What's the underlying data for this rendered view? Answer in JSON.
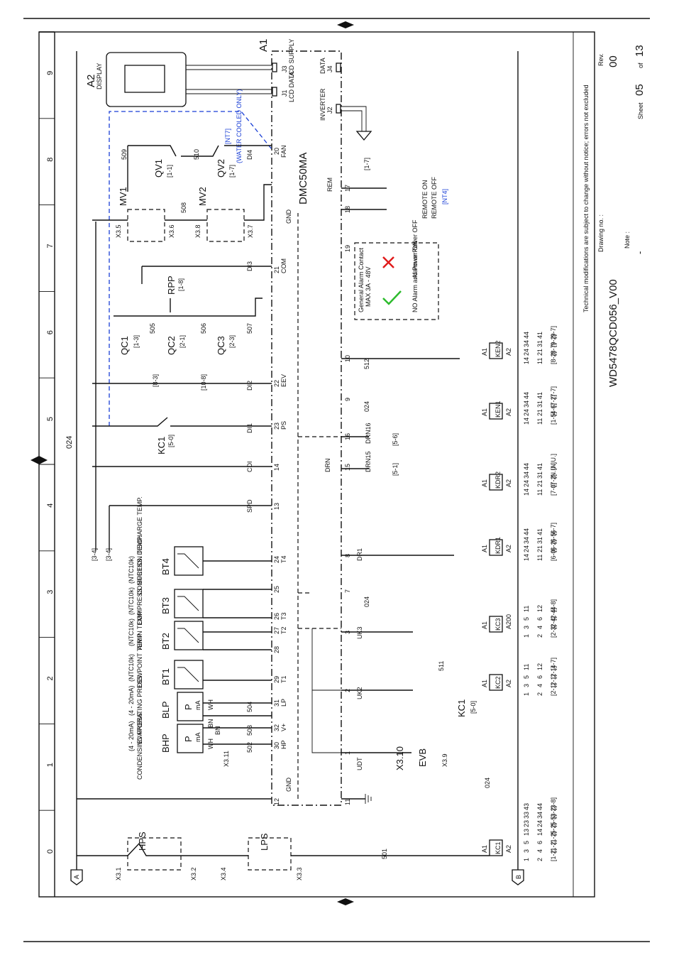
{
  "border": {
    "zone_numbers": [
      "0",
      "1",
      "2",
      "3",
      "4",
      "5",
      "6",
      "7",
      "8",
      "9"
    ],
    "center_marker": "024"
  },
  "title_block": {
    "rev_label": "Rev.",
    "rev_value": "00",
    "drawing_no_label": "Drawing no. :",
    "drawing_no": "WD5478QCD056_V00",
    "note_label": "Note :",
    "note_value": "-",
    "sheet_label": "Sheet",
    "sheet_value": "05",
    "sheet_of": "of",
    "sheet_total": "13",
    "disclaimer": "Technical modifications are subject to change without notice; errors not excluded"
  },
  "controller": {
    "name": "A1",
    "model": "DMC50MA",
    "display_name": "A2",
    "display_label": "DISPLAY",
    "connectors": {
      "j3": "J3",
      "j3_label": "LCD SUPPLY",
      "j1": "J1",
      "j1_label": "LCD DATA",
      "j4": "J4",
      "j4_label": "DATA",
      "j2": "J2",
      "j2_label": "INVERTER",
      "inverter_ref": "[1-7]",
      "fan": "FAN",
      "rem": "REM",
      "gnd": "GND",
      "com": "COM",
      "eev": "EEV",
      "ps": "PS",
      "drn": "DRN",
      "hp": "HP",
      "lp": "LP",
      "vplus": "V+",
      "t1": "T1",
      "t2": "T2",
      "t3": "T3",
      "t4": "T4"
    },
    "water_note": "(WATER COOLED ONLY)",
    "water_ref": "[NT7]",
    "remote_on": "REMOTE ON",
    "remote_off": "REMOTE OFF",
    "remote_ref": "[NT4]",
    "alarm_title": "General Alarm Contact",
    "alarm_rating": "MAX 3A - 48V",
    "alarm_left": "NO Alarm and Power ON",
    "alarm_right": "Alarm or Power OFF"
  },
  "terminals": {
    "t12": "12",
    "t11": "11",
    "t30": "30",
    "t32": "32",
    "t31": "31",
    "t29": "29",
    "t28": "28",
    "t27": "27",
    "t26": "26",
    "t25": "25",
    "t24": "24",
    "t13": "13",
    "t14": "14",
    "t23": "23",
    "t22": "22",
    "t21": "21",
    "t20": "20",
    "t19": "19",
    "t18": "18",
    "t17": "17",
    "t15": "15",
    "t16": "16",
    "t1": "1",
    "t2": "2",
    "t3": "3",
    "t7": "7",
    "t8": "8",
    "t9": "9",
    "t10": "10"
  },
  "signals": {
    "udt": "UDT",
    "uk2": "UK2",
    "uk3": "UK3",
    "d024a": "024",
    "d024b": "024",
    "dr1": "DR1",
    "drn15": "DRN15",
    "drn16": "DRN16",
    "drn15_ref": "[5-1]",
    "drn16_ref": "[5-6]",
    "spd": "SPD",
    "cdi": "CDI",
    "di1": "DI1",
    "di2": "DI2",
    "di3": "DI3",
    "di4": "DI4",
    "w512": "512",
    "w510": "510",
    "w509": "509",
    "w511": "511",
    "w501": "501",
    "w502": "502",
    "w503": "503",
    "w504": "504",
    "w505": "505",
    "w506": "506",
    "w507": "507",
    "w508": "508",
    "w024": "024"
  },
  "sensors": {
    "bhp": "BHP",
    "bhp_desc": "CONDENSING PRESS.",
    "bhp_range": "(4 - 20mA)",
    "blp": "BLP",
    "blp_desc": "EVAPORATING PRESS.",
    "blp_range": "(4 - 20mA)",
    "bt1": "BT1",
    "bt1_desc": "DEWPOINT TEMP",
    "bt1_type": "(NTC10k)",
    "bt2": "BT2",
    "bt2_desc": "AIR IN TEMP",
    "bt2_type": "(NTC10k)",
    "bt3": "BT3",
    "bt3_desc": "COMPRESS. SUCTION TEMP.",
    "bt3_type": "(NTC10k)",
    "bt4": "BT4",
    "bt4_desc": "COMPRESS. DISCHARGE TEMP.",
    "bt4_type": "(NTC10k)",
    "wh": "WH",
    "bn": "BN",
    "pma": "P",
    "ma": "mA"
  },
  "switches": {
    "hps": "HPS",
    "lps": "LPS",
    "x31": "X3.1",
    "x32": "X3.2",
    "x34": "X3.4",
    "x33": "X3.3",
    "x310": "X3.10",
    "x39": "X3.9",
    "x311": "X3.11",
    "x35": "X3.5",
    "x36": "X3.6",
    "x38": "X3.8",
    "x37": "X3.7",
    "evb": "EVB",
    "mv1": "MV1",
    "mv2": "MV2",
    "qv1": "QV1",
    "qv1_ref": "[1-1]",
    "qv2": "QV2",
    "qv2_ref": "[1-7]",
    "rpp": "RPP",
    "rpp_ref": "[1-8]",
    "qc1": "QC1",
    "qc1_ref": "[1-3]",
    "qc2": "QC2",
    "qc2_ref": "[2-1]",
    "qc3": "QC3",
    "qc3_ref": "[2-3]",
    "kc1": "KC1",
    "kc1_ref": "[5-0]",
    "ref83": "[8-3]",
    "ref108": "[10-8]",
    "ref34a": "[3-4]",
    "ref34b": "[3-4]",
    "arrow_a": "A",
    "arrow_b": "B"
  },
  "relays": [
    {
      "name": "KC1",
      "a1": "A1",
      "a2": "A2",
      "contacts": [
        [
          "1",
          "2",
          "[1-2]"
        ],
        [
          "3",
          "4",
          "[1-2]"
        ],
        [
          "5",
          "6",
          "[1-2]"
        ],
        [
          "13",
          "14",
          "[5-2]"
        ],
        [
          "23",
          "24",
          "[5-5]"
        ],
        [
          "33",
          "34",
          "[3-2]"
        ],
        [
          "43",
          "44",
          "[3-8]"
        ]
      ]
    },
    {
      "name": "KC2",
      "a1": "A1",
      "a2": "A2",
      "contacts": [
        [
          "1",
          "2",
          "[2-1]"
        ],
        [
          "3",
          "4",
          "[2-1]"
        ],
        [
          "5",
          "6",
          "[2-1]"
        ],
        [
          "11",
          "12",
          "[4-7]"
        ]
      ]
    },
    {
      "name": "KC3",
      "a1": "A1",
      "a2": "A2",
      "contacts": [
        [
          "1",
          "2",
          "[2-3]"
        ],
        [
          "3",
          "4",
          "[2-4]"
        ],
        [
          "5",
          "6",
          "[2-4]"
        ],
        [
          "11",
          "12",
          "[4-8]"
        ]
      ]
    },
    {
      "name": "KDR1",
      "a1": "A1",
      "a2": "A2",
      "contacts": [
        [
          "14",
          "11",
          "[6-0]"
        ],
        [
          "24",
          "21",
          "[6-2]"
        ],
        [
          "34",
          "31",
          "[6-5]"
        ],
        [
          "44",
          "41",
          "[6-7]"
        ]
      ]
    },
    {
      "name": "KDR2",
      "a1": "A1",
      "a2": "A2",
      "contacts": [
        [
          "14",
          "11",
          "[7-0]"
        ],
        [
          "24",
          "21",
          "[7-2]"
        ],
        [
          "34",
          "31",
          "[N.U.]"
        ],
        [
          "44",
          "41",
          "[N.U.]"
        ]
      ]
    },
    {
      "name": "KEN1",
      "a1": "A1",
      "a2": "A2",
      "contacts": [
        [
          "14",
          "11",
          "[1-5]"
        ],
        [
          "24",
          "21",
          "[4-6]"
        ],
        [
          "34",
          "31",
          "[7-2]"
        ],
        [
          "44",
          "41",
          "[7-7]"
        ]
      ]
    },
    {
      "name": "KEN2",
      "a1": "A1",
      "a2": "A2",
      "contacts": [
        [
          "14",
          "11",
          "[8-2]"
        ],
        [
          "24",
          "21",
          "[8-7]"
        ],
        [
          "34",
          "31",
          "[9-2]"
        ],
        [
          "44",
          "41",
          "[9-7]"
        ]
      ]
    }
  ],
  "kc_mid_label": "00"
}
